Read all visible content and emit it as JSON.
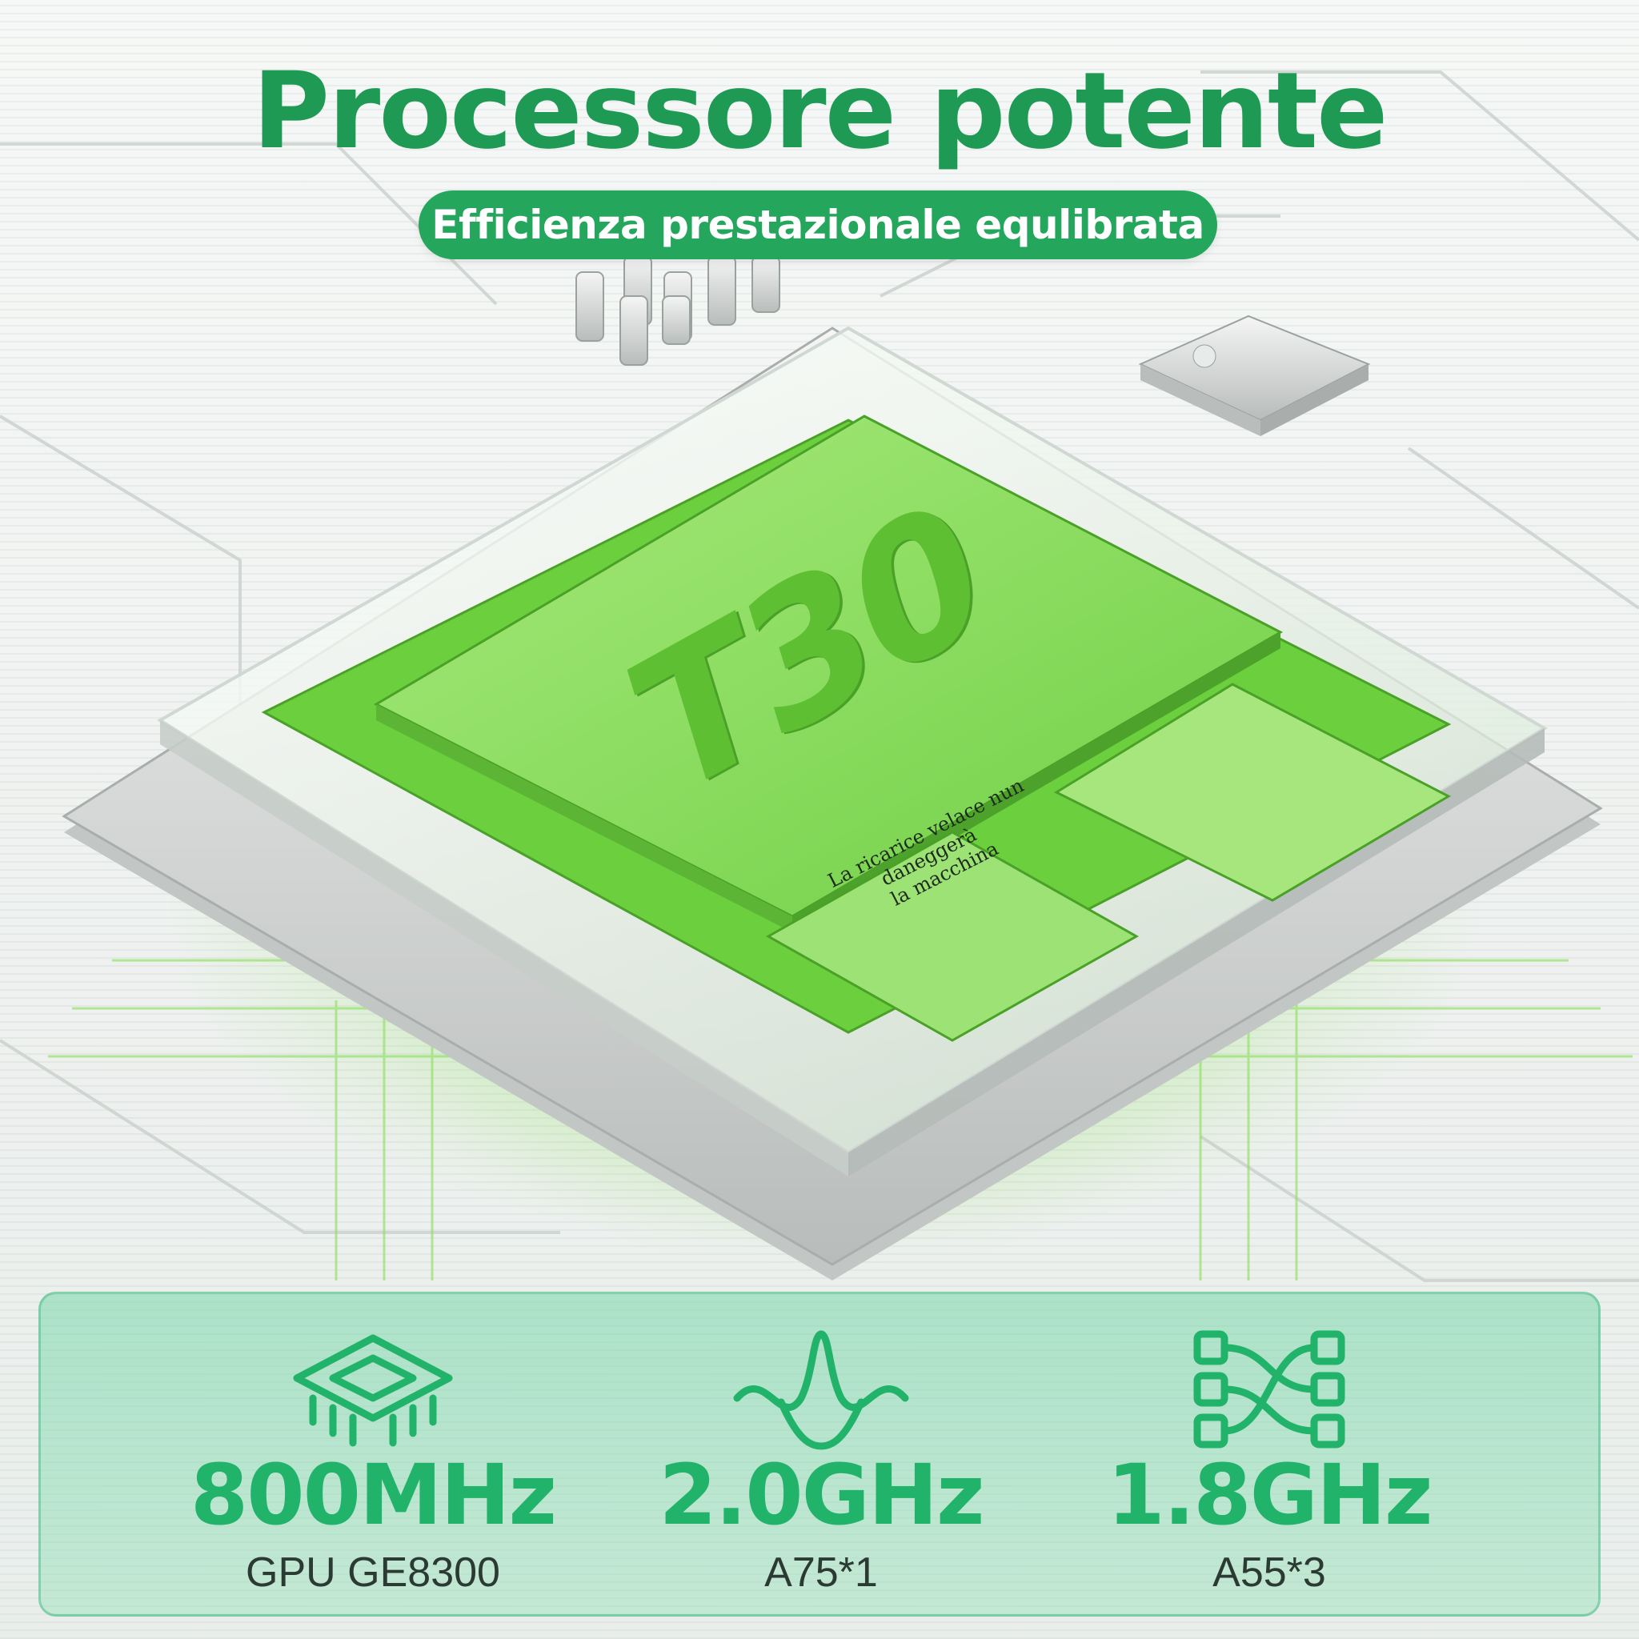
{
  "header": {
    "title": "Processore potente",
    "subtitle": "Efficienza prestazionale equlibrata"
  },
  "chip": {
    "model": "T30",
    "engraving_line1": "La ricarice velace nun",
    "engraving_line2": "daneggerà",
    "engraving_line3": "la macchina"
  },
  "specs": [
    {
      "icon": "chip-icon",
      "value": "800MHz",
      "label": "GPU GE8300"
    },
    {
      "icon": "wave-icon",
      "value": "2.0GHz",
      "label": "A75*1"
    },
    {
      "icon": "network-icon",
      "value": "1.8GHz",
      "label": "A55*3"
    }
  ],
  "colors": {
    "brand_green": "#1f9a55",
    "pill_green": "#25a65d",
    "chip_green": "#86d95a",
    "spec_green": "#22b36a"
  }
}
